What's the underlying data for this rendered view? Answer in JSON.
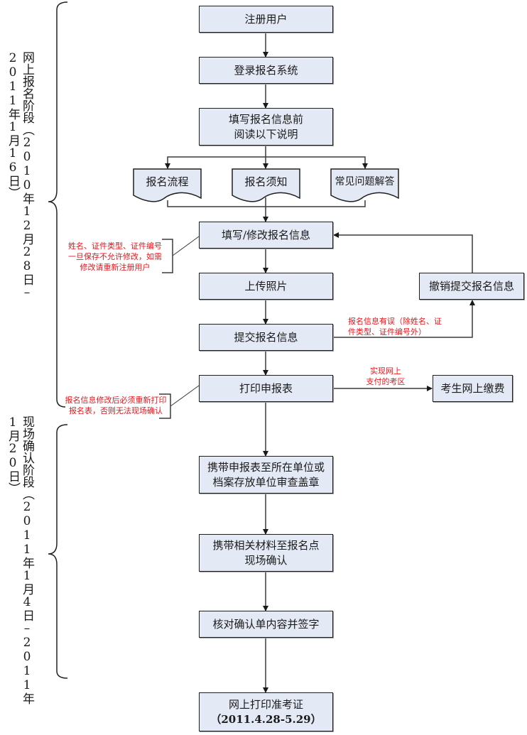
{
  "phases": [
    {
      "id": "online",
      "label": "网上报名阶段（2010年12月28日–2011年1月16日）"
    },
    {
      "id": "onsite",
      "label": "现场确认阶段（2011年1月4日–2011年1月20日）"
    }
  ],
  "steps": {
    "register": "注册用户",
    "login": "登录报名系统",
    "read_before_1": "填写报名信息前",
    "read_before_2": "阅读以下说明",
    "fill_info": "填写/修改报名信息",
    "upload_photo": "上传照片",
    "submit_info": "提交报名信息",
    "print_form": "打印申报表",
    "cancel_submit": "撤销提交报名信息",
    "online_payment": "考生网上缴费",
    "stamp_1": "携带申报表至所在单位或",
    "stamp_2": "档案存放单位审查盖章",
    "confirm_1": "携带相关材料至报名点",
    "confirm_2": "现场确认",
    "sign": "核对确认单内容并签字",
    "print_ticket_1": "网上打印准考证",
    "print_ticket_2": "（2011.4.28-5.29）"
  },
  "documents": [
    {
      "id": "process",
      "label": "报名流程"
    },
    {
      "id": "notice",
      "label": "报名须知"
    },
    {
      "id": "faq",
      "label": "常见问题解答"
    }
  ],
  "notes": {
    "no_modify": [
      "姓名、证件类型、证件编号",
      "一旦保存不允许修改，如需",
      "修改请重新注册用户"
    ],
    "info_error": [
      "报名信息有误（除姓名、证",
      "件类型、证件编号外）"
    ],
    "payment_region": [
      "实现网上",
      "支付的考区"
    ],
    "reprint": [
      "报名信息修改后必须重新打印",
      "报名表，否则无法现场确认"
    ]
  },
  "colors": {
    "box_fill": "#e4eaf5",
    "note_text": "#e8151b",
    "line": "#333333"
  }
}
